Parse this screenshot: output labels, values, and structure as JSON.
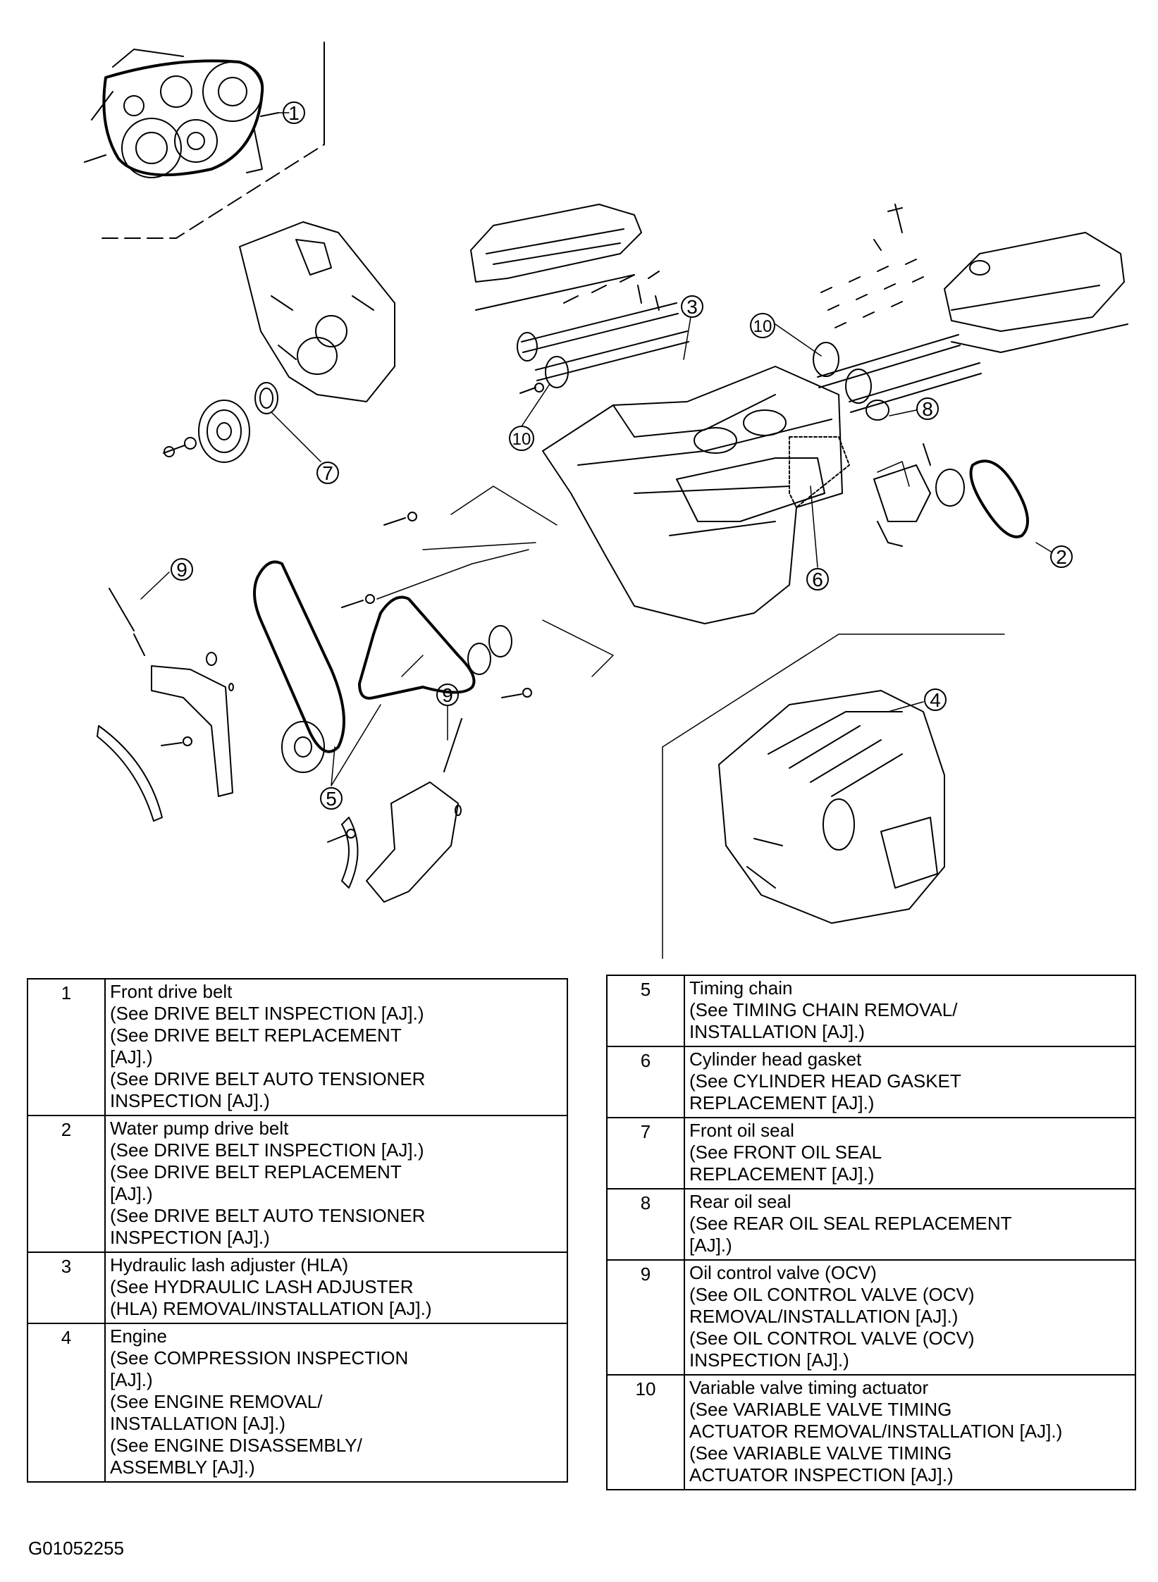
{
  "figure": {
    "id": "G01052255",
    "callouts": [
      "1",
      "2",
      "3",
      "4",
      "5",
      "6",
      "7",
      "8",
      "9",
      "10"
    ]
  },
  "legend_left": [
    {
      "num": "1",
      "lines": [
        "Front drive belt",
        "(See DRIVE BELT INSPECTION [AJ].)",
        "(See DRIVE BELT REPLACEMENT",
        "[AJ].)",
        "(See DRIVE BELT AUTO TENSIONER",
        "INSPECTION [AJ].)"
      ]
    },
    {
      "num": "2",
      "lines": [
        "Water pump drive belt",
        "(See DRIVE BELT INSPECTION [AJ].)",
        "(See DRIVE BELT REPLACEMENT",
        "[AJ].)",
        "(See DRIVE BELT AUTO TENSIONER",
        "INSPECTION [AJ].)"
      ]
    },
    {
      "num": "3",
      "lines": [
        "Hydraulic lash adjuster (HLA)",
        "(See HYDRAULIC LASH ADJUSTER",
        "(HLA) REMOVAL/INSTALLATION [AJ].)"
      ]
    },
    {
      "num": "4",
      "lines": [
        "Engine",
        "(See COMPRESSION INSPECTION",
        "[AJ].)",
        "(See ENGINE REMOVAL/",
        "INSTALLATION [AJ].)",
        "(See ENGINE DISASSEMBLY/",
        "ASSEMBLY [AJ].)"
      ]
    }
  ],
  "legend_right": [
    {
      "num": "5",
      "lines": [
        "Timing chain",
        "(See TIMING CHAIN REMOVAL/",
        "INSTALLATION [AJ].)"
      ]
    },
    {
      "num": "6",
      "lines": [
        "Cylinder head gasket",
        "(See CYLINDER HEAD GASKET",
        "REPLACEMENT [AJ].)"
      ]
    },
    {
      "num": "7",
      "lines": [
        "Front oil seal",
        "(See FRONT OIL SEAL",
        "REPLACEMENT [AJ].)"
      ]
    },
    {
      "num": "8",
      "lines": [
        "Rear oil seal",
        "(See REAR OIL SEAL REPLACEMENT",
        "[AJ].)"
      ]
    },
    {
      "num": "9",
      "lines": [
        "Oil control valve (OCV)",
        "(See OIL CONTROL VALVE (OCV)",
        "REMOVAL/INSTALLATION [AJ].)",
        "(See OIL CONTROL VALVE (OCV)",
        "INSPECTION [AJ].)"
      ]
    },
    {
      "num": "10",
      "lines": [
        "Variable valve timing actuator",
        "(See VARIABLE VALVE TIMING",
        "ACTUATOR REMOVAL/INSTALLATION [AJ].)",
        "(See VARIABLE VALVE TIMING",
        "ACTUATOR INSPECTION [AJ].)"
      ]
    }
  ]
}
